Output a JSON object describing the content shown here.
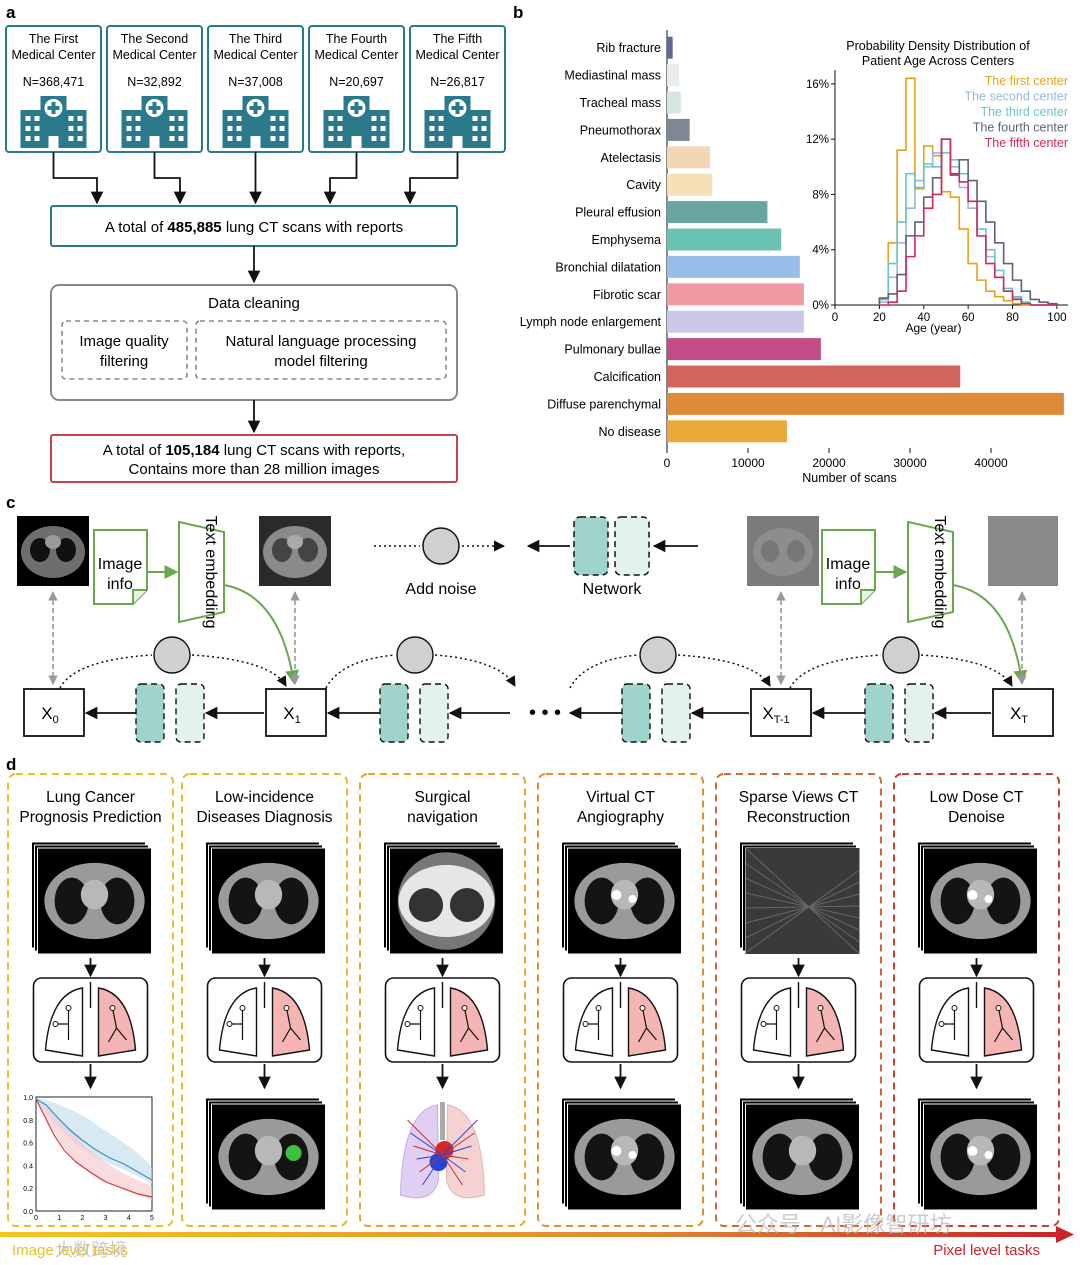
{
  "panel_a": {
    "letter": "a",
    "centers": [
      {
        "line1": "The First",
        "line2": "Medical Center",
        "n": "N=368,471"
      },
      {
        "line1": "The Second",
        "line2": "Medical Center",
        "n": "N=32,892"
      },
      {
        "line1": "The Third",
        "line2": "Medical Center",
        "n": "N=37,008"
      },
      {
        "line1": "The Fourth",
        "line2": "Medical Center",
        "n": "N=20,697"
      },
      {
        "line1": "The Fifth",
        "line2": "Medical Center",
        "n": "N=26,817"
      }
    ],
    "total_prefix": "A total of ",
    "total_value": "485,885",
    "total_suffix": " lung CT scans with reports",
    "cleaning_title": "Data cleaning",
    "filter1_line1": "Image quality",
    "filter1_line2": "filtering",
    "filter2_line1": "Natural language processing",
    "filter2_line2": "model filtering",
    "final_prefix": "A total of ",
    "final_value": "105,184",
    "final_suffix": " lung CT scans with reports,",
    "final_line2": "Contains more than 28 million images",
    "colors": {
      "teal": "#2b7a8c",
      "red": "#c8424a",
      "gray": "#777777"
    }
  },
  "panel_b": {
    "letter": "b",
    "inset_title_line1": "Probability Density Distribution of",
    "inset_title_line2": "Patient Age Across Centers",
    "inset_xlabel": "Age (year)",
    "legend": [
      {
        "name": "The first center",
        "color": "#e8a21a"
      },
      {
        "name": "The second center",
        "color": "#9ab7de"
      },
      {
        "name": "The third center",
        "color": "#6fc4c2"
      },
      {
        "name": "The fourth center",
        "color": "#5b6378"
      },
      {
        "name": "The fifth center",
        "color": "#d22a5e"
      }
    ]
  },
  "chart_data": [
    {
      "type": "bar",
      "orientation": "horizontal",
      "categories": [
        "Rib fracture",
        "Mediastinal mass",
        "Tracheal mass",
        "Pneumothorax",
        "Atelectasis",
        "Cavity",
        "Pleural effusion",
        "Emphysema",
        "Bronchial dilatation",
        "Fibrotic scar",
        "Lymph node enlargement",
        "Pulmonary bullae",
        "Calcification",
        "Diffuse parenchymal",
        "No disease"
      ],
      "values": [
        700,
        1500,
        1700,
        2800,
        5300,
        5600,
        12400,
        14100,
        16400,
        16900,
        16900,
        19000,
        36200,
        49000,
        14800
      ],
      "colors": [
        "#5d6a94",
        "#e9ecee",
        "#d5e6e0",
        "#7e8894",
        "#f3d6b4",
        "#f6e1b6",
        "#6aa6a0",
        "#6cc2b2",
        "#98bde6",
        "#f19aa5",
        "#cbc8ea",
        "#c34d86",
        "#d2645c",
        "#de8a39",
        "#e9a93a"
      ],
      "xlabel": "Number of scans",
      "xlim": [
        0,
        50000
      ],
      "xticks": [
        0,
        10000,
        20000,
        30000,
        40000
      ]
    },
    {
      "type": "line",
      "title": "Probability Density Distribution of Patient Age Across Centers",
      "xlabel": "Age (year)",
      "xlim": [
        0,
        105
      ],
      "ylim": [
        0,
        0.17
      ],
      "xticks": [
        0,
        20,
        40,
        60,
        80,
        100
      ],
      "yticks": [
        "0%",
        "4%",
        "8%",
        "12%",
        "16%"
      ],
      "ytick_values": [
        0,
        0.04,
        0.08,
        0.12,
        0.16
      ],
      "x": [
        20,
        24,
        28,
        32,
        36,
        40,
        44,
        48,
        52,
        56,
        60,
        64,
        68,
        72,
        76,
        80,
        84,
        88,
        92,
        96
      ],
      "series": [
        {
          "name": "The first center",
          "color": "#e8a21a",
          "values": [
            0.004,
            0.045,
            0.112,
            0.164,
            0.084,
            0.115,
            0.108,
            0.082,
            0.078,
            0.055,
            0.03,
            0.018,
            0.01,
            0.006,
            0.003,
            0.001,
            0,
            0,
            0,
            0
          ]
        },
        {
          "name": "The second center",
          "color": "#9ab7de",
          "values": [
            0.002,
            0.02,
            0.045,
            0.07,
            0.09,
            0.1,
            0.11,
            0.12,
            0.1,
            0.085,
            0.07,
            0.05,
            0.035,
            0.02,
            0.01,
            0.005,
            0.002,
            0,
            0,
            0
          ]
        },
        {
          "name": "The third center",
          "color": "#6fc4c2",
          "values": [
            0.004,
            0.03,
            0.06,
            0.095,
            0.085,
            0.102,
            0.1,
            0.11,
            0.105,
            0.095,
            0.075,
            0.055,
            0.04,
            0.025,
            0.012,
            0.006,
            0.002,
            0,
            0,
            0
          ]
        },
        {
          "name": "The fourth center",
          "color": "#5b6378",
          "values": [
            0.005,
            0.008,
            0.022,
            0.05,
            0.06,
            0.078,
            0.092,
            0.12,
            0.095,
            0.105,
            0.09,
            0.075,
            0.06,
            0.045,
            0.03,
            0.018,
            0.01,
            0.004,
            0.002,
            0.001
          ]
        },
        {
          "name": "The fifth center",
          "color": "#d22a5e",
          "values": [
            0,
            0.002,
            0.01,
            0.035,
            0.05,
            0.07,
            0.08,
            0.12,
            0.094,
            0.089,
            0.075,
            0.05,
            0.03,
            0.02,
            0.01,
            0.004,
            0.001,
            0,
            0,
            0
          ]
        }
      ]
    }
  ],
  "panel_c": {
    "letter": "c",
    "image_info_line1": "Image",
    "image_info_line2": "info",
    "text_embedding": "Text embedding",
    "add_noise": "Add noise",
    "network": "Network",
    "x0": "X",
    "x0_sub": "0",
    "x1": "X",
    "x1_sub": "1",
    "xt1": "X",
    "xt1_sub": "T-1",
    "xt": "X",
    "xt_sub": "T",
    "dots": "• • •",
    "colors": {
      "green": "#6aa84f",
      "teal_block": "#9fd4cc",
      "light_block": "#e2f2ef",
      "circle": "#d0d0d0"
    }
  },
  "panel_d": {
    "letter": "d",
    "tasks": [
      {
        "line1": "Lung Cancer",
        "line2": "Prognosis Prediction",
        "color": "#e8c030"
      },
      {
        "line1": "Low-incidence",
        "line2": "Diseases Diagnosis",
        "color": "#e8b830"
      },
      {
        "line1": "Surgical",
        "line2": "navigation",
        "color": "#e8a630"
      },
      {
        "line1": "Virtual CT",
        "line2": "Angiography",
        "color": "#e09030"
      },
      {
        "line1": "Sparse Views CT",
        "line2": "Reconstruction",
        "color": "#d26a30"
      },
      {
        "line1": "Low Dose CT",
        "line2": "Denoise",
        "color": "#c84030"
      }
    ],
    "km_yticks": [
      "1.0",
      "0.8",
      "0.6",
      "0.4",
      "0.2",
      "0.0"
    ],
    "km_xticks": [
      "0",
      "1",
      "2",
      "3",
      "4",
      "5"
    ],
    "left_label": "Image level tasks",
    "right_label": "Pixel level tasks",
    "watermark": "公众号 · AI影像智研坊",
    "watermark2": "大数跨境"
  }
}
